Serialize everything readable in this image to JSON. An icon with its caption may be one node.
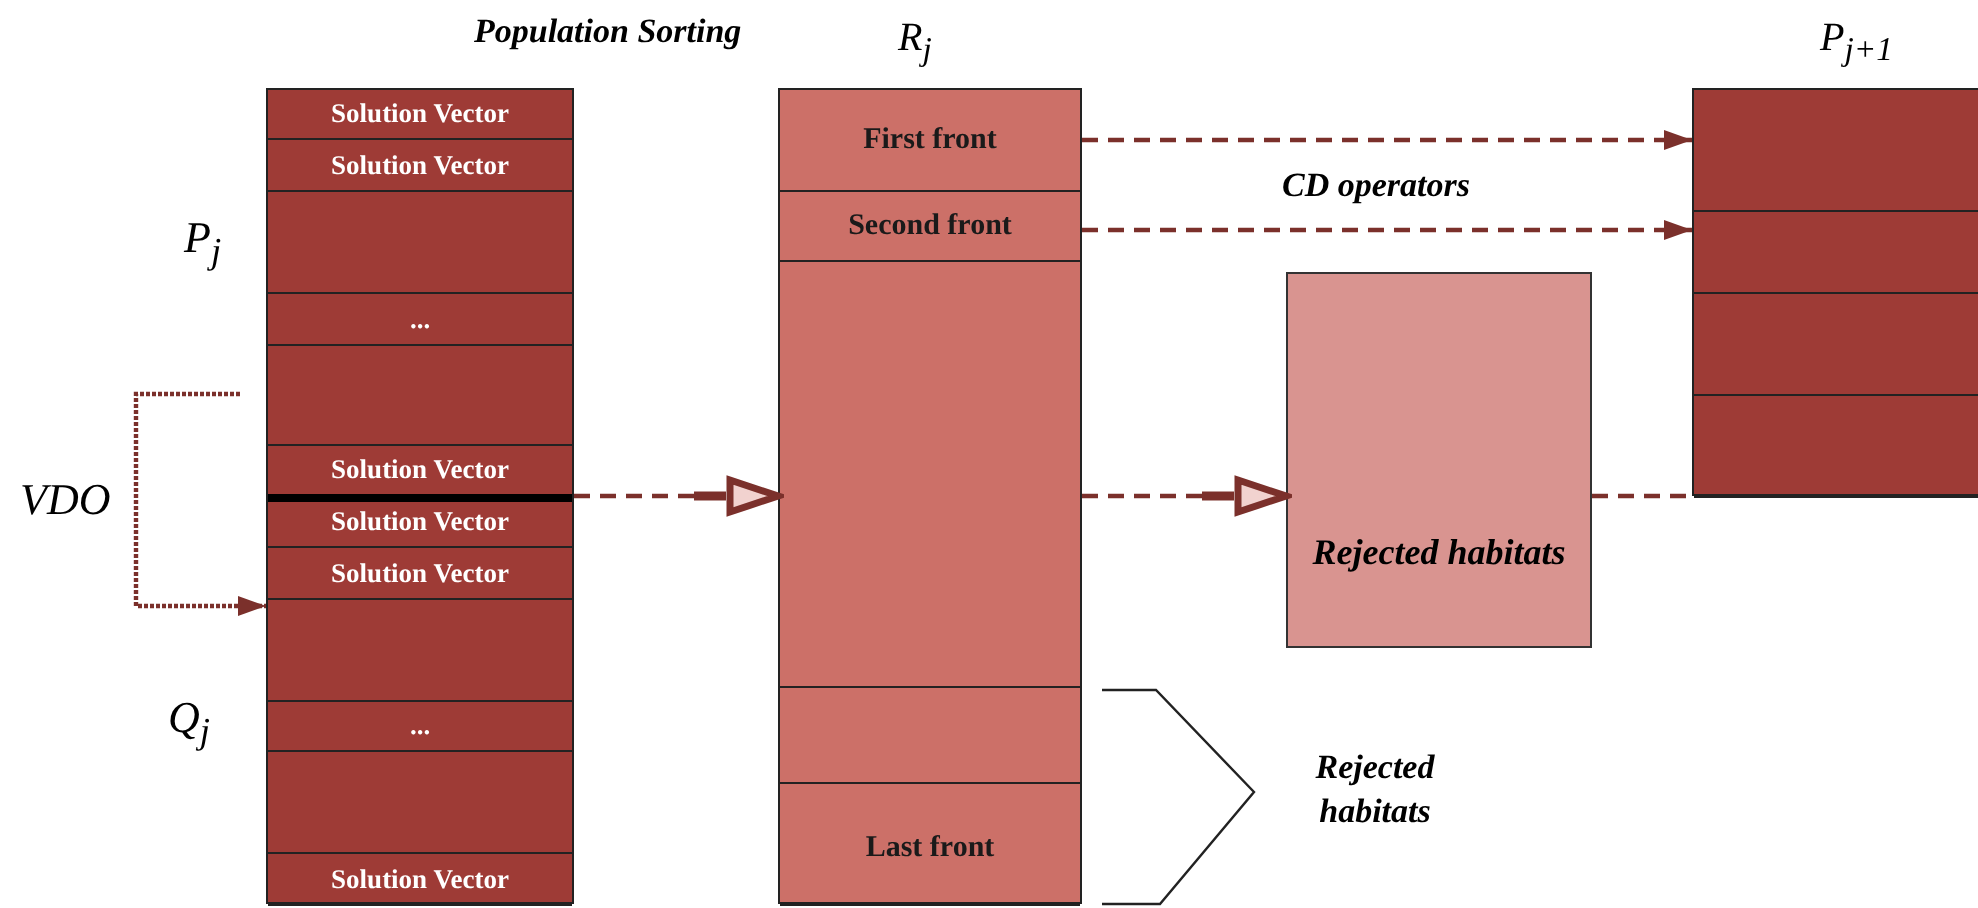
{
  "diagram": {
    "title": "Population Sorting",
    "nodes": [
      {
        "text": [],
        "shape": "box"
      },
      {
        "text": [
          "Solution Vector"
        ],
        "in": 0
      },
      {
        "text": [
          "Solution Vector"
        ],
        "in": 0
      },
      {
        "text": [],
        "shape": "box",
        "in": 0
      },
      {
        "text": [
          "..."
        ],
        "in": 0
      },
      {
        "text": [],
        "shape": "box",
        "in": 0
      },
      {
        "text": [
          "Solution Vector"
        ],
        "in": 0
      },
      {
        "text": [
          "Solution Vector"
        ],
        "in": 0
      },
      {
        "text": [
          "Solution Vector"
        ],
        "in": 0
      },
      {
        "text": [],
        "shape": "box",
        "in": 0
      },
      {
        "text": [
          "..."
        ],
        "in": 0
      },
      {
        "text": [],
        "shape": "box",
        "in": 0
      },
      {
        "text": [
          "Solution Vector"
        ],
        "in": 0
      },
      {
        "text": [
          "R$_{j}$"
        ]
      },
      {
        "text": [
          "First front"
        ],
        "in": 13
      },
      {
        "text": [
          "Second front"
        ],
        "in": 13
      },
      {
        "text": [],
        "shape": "box",
        "in": 13
      },
      {
        "text": [],
        "shape": "box",
        "in": 13
      },
      {
        "text": [
          "Last front"
        ],
        "in": 13
      },
      {
        "text": [
          "Rejected habitats"
        ]
      },
      {
        "text": [
          "P$_{j+1}$"
        ]
      },
      {
        "text": [],
        "shape": "box",
        "in": 20
      },
      {
        "text": [],
        "shape": "box",
        "in": 20
      },
      {
        "text": [],
        "shape": "box",
        "in": 20
      },
      {
        "text": [],
        "shape": "box",
        "in": 20
      }
    ],
    "edges": [
      {
        "from": 0,
        "to": 13,
        "arrow": "to",
        "style": "dashed"
      },
      {
        "from": 13,
        "to": 19,
        "arrow": "to",
        "style": "dashed"
      },
      {
        "from": 19,
        "to": 24,
        "arrow": "none",
        "style": "dashed"
      },
      {
        "from": 14,
        "to": 21,
        "arrow": "to",
        "style": "dashed"
      },
      {
        "from": 15,
        "to": 22,
        "arrow": "to",
        "style": "dashed"
      },
      {
        "from": null,
        "to": 9,
        "arrow": "to",
        "style": "dashed"
      }
    ],
    "labels": [
      "CD operators",
      "P$_{j}$",
      "VDO",
      "Q$_{j}$",
      "Rejected habitats"
    ]
  }
}
